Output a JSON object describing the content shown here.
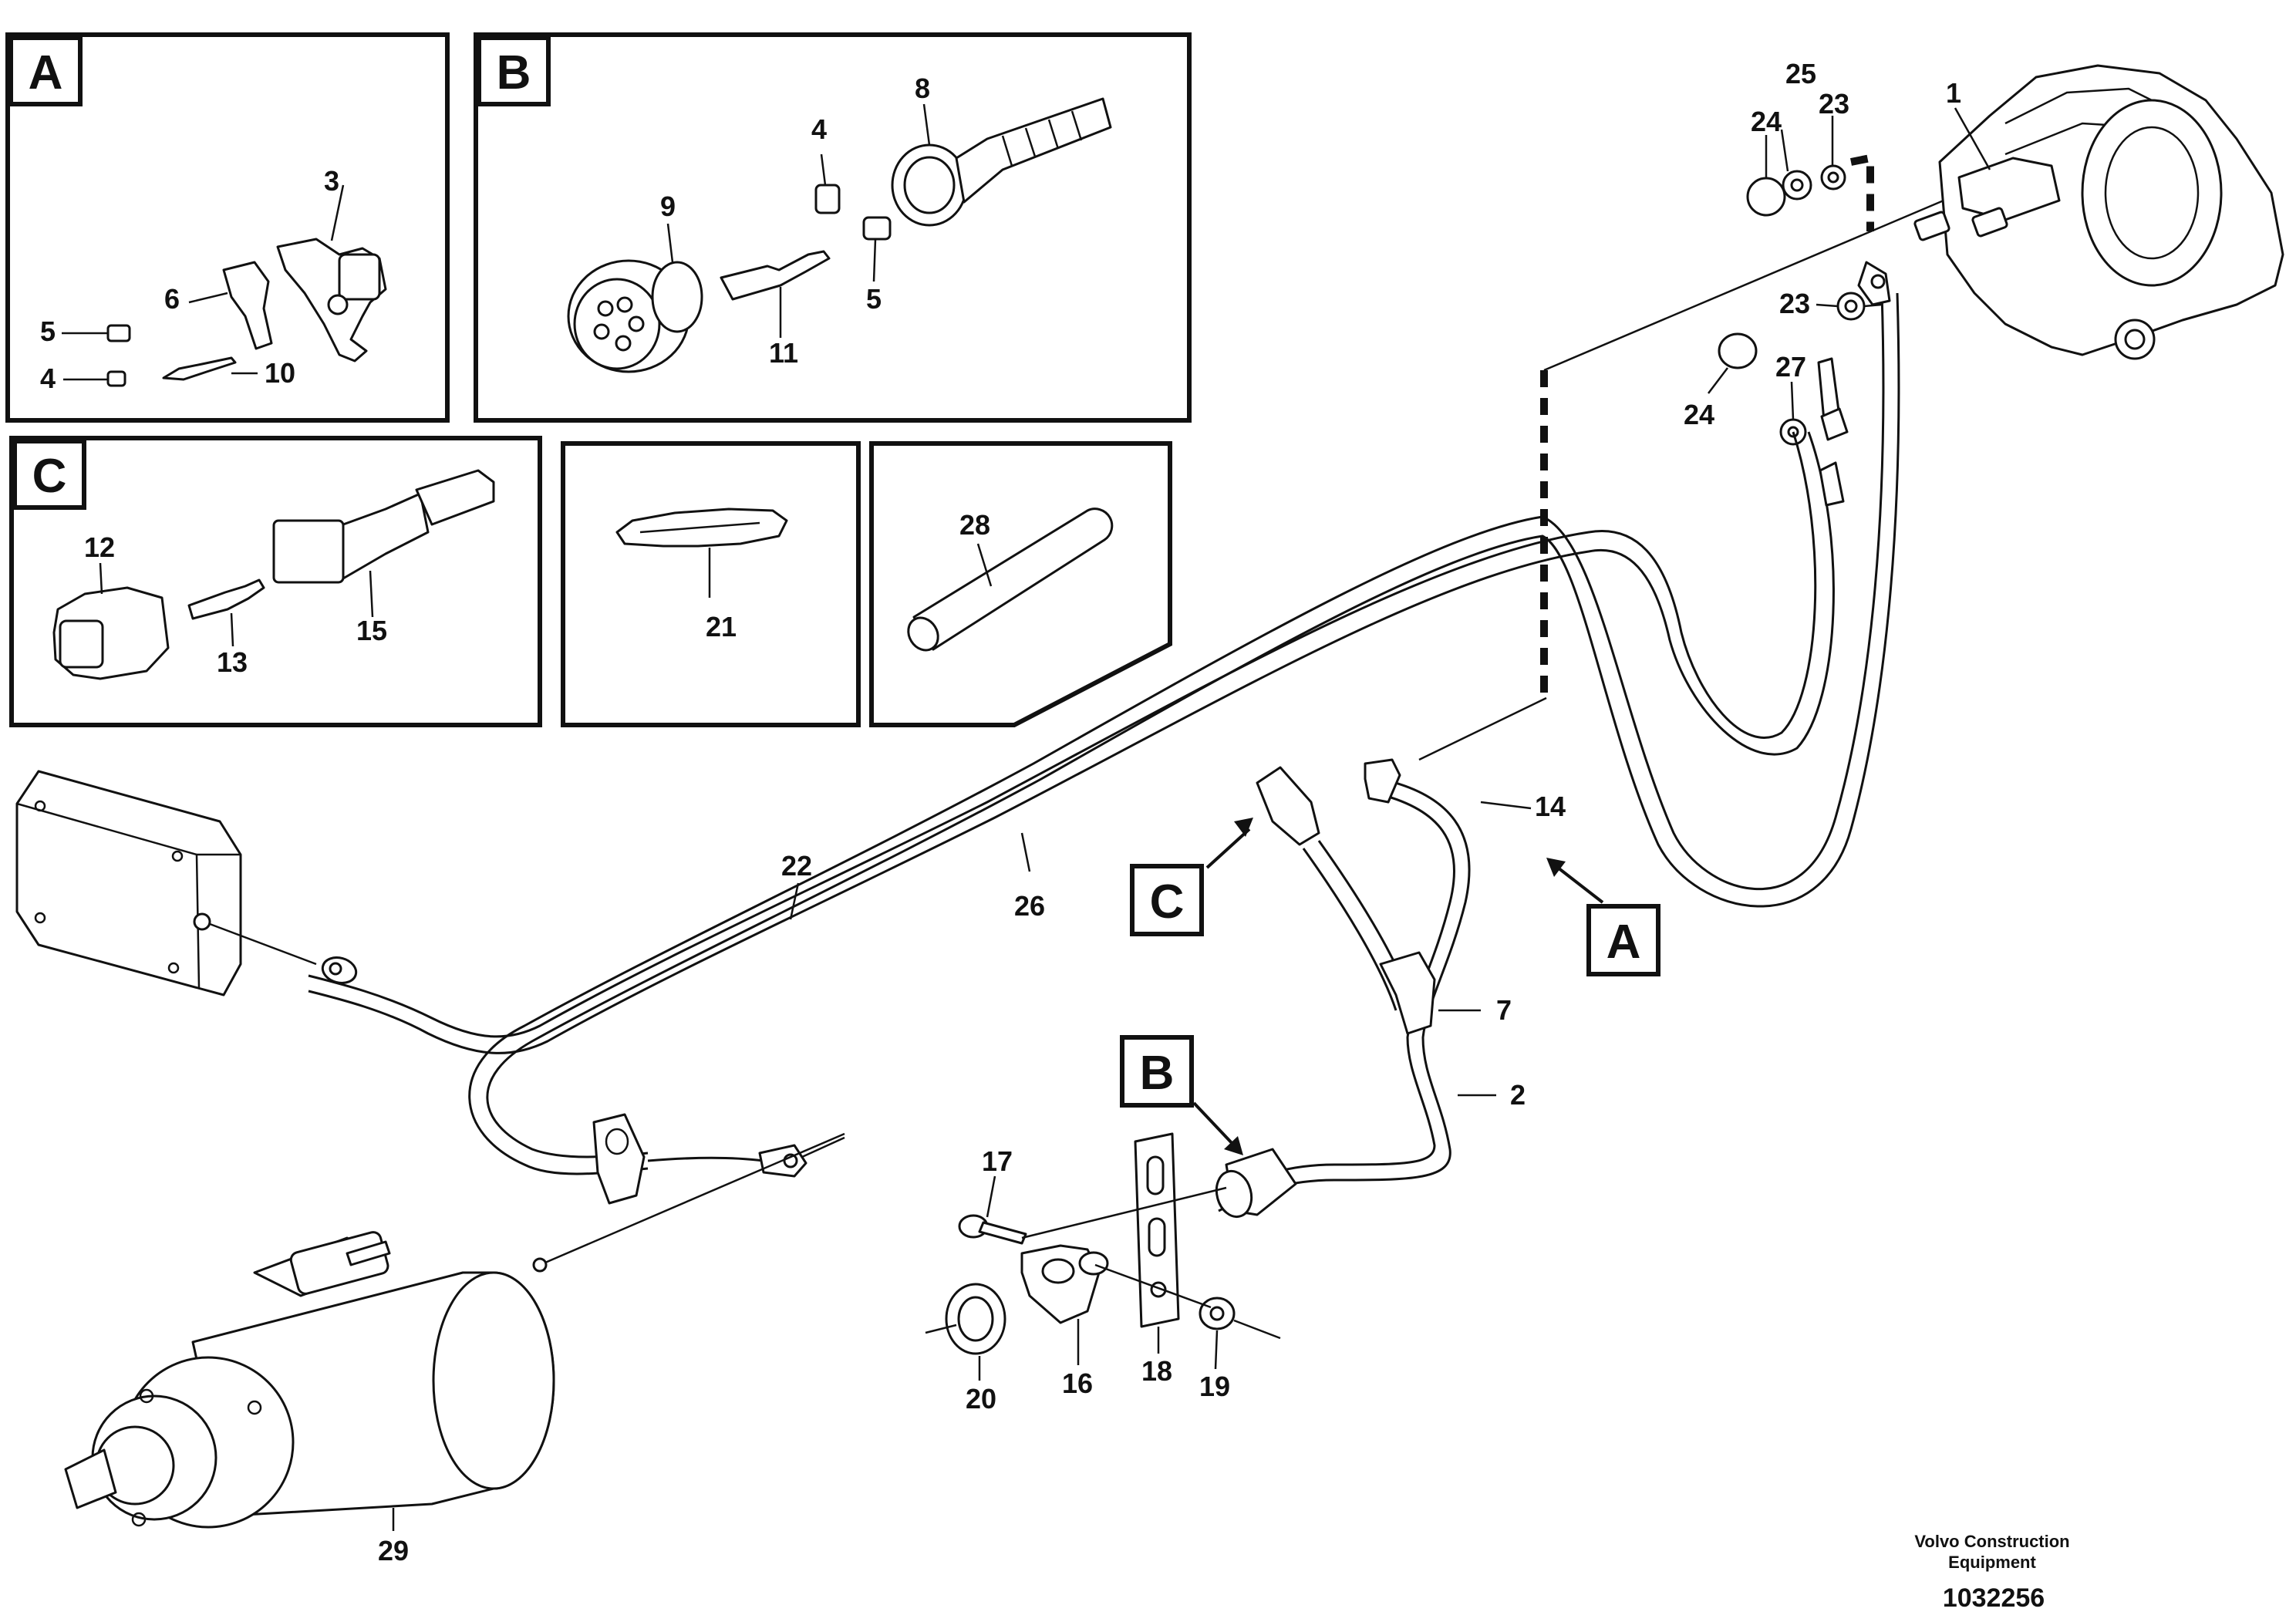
{
  "inset_tags": {
    "A": "A",
    "B": "B",
    "C": "C"
  },
  "callout_tags": {
    "A": "A",
    "B": "B",
    "C": "C"
  },
  "labels": {
    "l1": "1",
    "l2": "2",
    "l3": "3",
    "l4a": "4",
    "l4b": "4",
    "l5a": "5",
    "l5b": "5",
    "l6": "6",
    "l7": "7",
    "l8": "8",
    "l9": "9",
    "l10": "10",
    "l11": "11",
    "l12": "12",
    "l13": "13",
    "l14": "14",
    "l15": "15",
    "l16": "16",
    "l17": "17",
    "l18": "18",
    "l19": "19",
    "l20": "20",
    "l21": "21",
    "l22": "22",
    "l23a": "23",
    "l23b": "23",
    "l24a": "24",
    "l24b": "24",
    "l25": "25",
    "l26": "26",
    "l27": "27",
    "l28": "28",
    "l29": "29"
  },
  "footer": {
    "brand_line1": "Volvo Construction",
    "brand_line2": "Equipment",
    "drawing_number": "1032256"
  }
}
